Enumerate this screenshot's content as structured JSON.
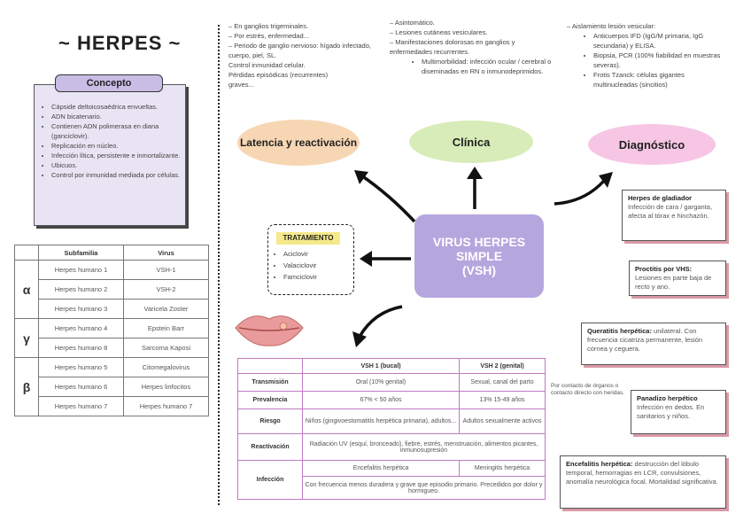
{
  "title": "~ HERPES ~",
  "concept": {
    "tag": "Concepto",
    "items": [
      "Cápside deltoicosaédrica envueltas.",
      "ADN bicatenario.",
      "Contienen ADN polimerasa en diana (ganciclovir).",
      "Replicación en núcleo.",
      "Infección lítica, persistente e inmortalizante.",
      "Ubicuos.",
      "Control por inmunidad mediada por células."
    ]
  },
  "subfamily_table": {
    "headers": [
      "Subfamilia",
      "Virus"
    ],
    "groups": [
      {
        "greek": "α",
        "rows": [
          [
            "Herpes humano 1",
            "VSH-1"
          ],
          [
            "Herpes humano 2",
            "VSH-2"
          ],
          [
            "Herpes humano 3",
            "Varicela Zoster"
          ]
        ]
      },
      {
        "greek": "γ",
        "rows": [
          [
            "Herpes humano 4",
            "Epstein Barr"
          ],
          [
            "Herpes humano 8",
            "Sarcoma Kaposi"
          ]
        ]
      },
      {
        "greek": "β",
        "rows": [
          [
            "Herpes humano 5",
            "Citomegalovirus"
          ],
          [
            "Herpes humano 6",
            "Herpes linfocitos"
          ],
          [
            "Herpes humano 7",
            "Herpes humano 7"
          ]
        ]
      }
    ]
  },
  "latency_notes": [
    "– En ganglios trigeminales.",
    "– Por estrés, enfermedad...",
    "– Periodo de ganglio nervioso: hígado infectado, cuerpo, piel, SL.",
    "Control inmunidad celular.",
    "Pérdidas episódicas (recurrentes)",
    "graves..."
  ],
  "clinic_notes": [
    "– Asintomático.",
    "– Lesiones cutáneas vesiculares.",
    "– Manifestaciones dolorosas en ganglios y enfermedades recurrentes.",
    "Multimorbilidad: infección ocular / cerebral o diseminadas en RN o inmunodeprimidos."
  ],
  "diagnosis_notes": [
    "– Aislamiento lesión vesicular:",
    "Anticuerpos IFD (IgG/M primaria, IgG secundaria) y ELISA.",
    "Biopsia, PCR (100% fiabilidad en muestras severas).",
    "Frotis Tzanck: células gigantes multinucleadas (sincitios)"
  ],
  "ovals": {
    "latency": "Latencia y reactivación",
    "clinic": "Clínica",
    "diagnosis": "Diagnóstico"
  },
  "center": {
    "line1": "VIRUS HERPES SIMPLE",
    "line2": "(VSH)"
  },
  "treatment": {
    "tag": "TRATAMIENTO",
    "items": [
      "Aciclovir",
      "Valaciclovir",
      "Famciclovir"
    ]
  },
  "vsh_table": {
    "headers": [
      "",
      "VSH 1 (bucal)",
      "VSH 2 (genital)"
    ],
    "rows": [
      {
        "label": "Transmisión",
        "c1": "Oral (10% genital)",
        "c2": "Sexual, canal del parto"
      },
      {
        "label": "Prevalencia",
        "c1": "67% < 50 años",
        "c2": "13% 15-49 años"
      },
      {
        "label": "Riesgo",
        "c1": "Niños (gingivoestomatitis herpética primaria), adultos...",
        "c2": "Adultos sexualmente activos"
      },
      {
        "label": "Reactivación",
        "merged": "Radiación UV (esquí, bronceado), fiebre, estrés, menstruación, alimentos picantes, inmunosupresión"
      },
      {
        "label": "Infección",
        "c1": "Encefalitis herpética",
        "c2": "Meningitis herpética",
        "merged": "Con frecuencia menos duradera y grave que episodio primario. Precedidos por dolor y hormigueo."
      }
    ]
  },
  "side_note": "Por contacto de órganos o contacto directo con heridas.",
  "cards": [
    {
      "title": "Herpes de gladiador",
      "text": "Infección de cara / garganta, afecta al tórax e hinchazón."
    },
    {
      "title": "Proctitis por VHS:",
      "text": "Lesiones en parte baja de recto y ano."
    },
    {
      "title": "Queratitis herpética:",
      "text": "unilateral. Con frecuencia cicatriza permanente, lesión córnea y ceguera."
    },
    {
      "title": "Panadizo herpético",
      "text": "Infección en dedos. En sanitarios y niños."
    },
    {
      "title": "Encefalitis herpética:",
      "text": "destrucción del lóbulo temporal, hemorragias en LCR, convulsiones, anomalía neurológica focal. Mortalidad significativa."
    }
  ],
  "colors": {
    "latency_oval": "#f7d6b4",
    "clinic_oval": "#d7ecb8",
    "diagnosis_oval": "#f6c6e4",
    "center": "#b6a6de",
    "concept_bg": "#e9e4f4"
  }
}
